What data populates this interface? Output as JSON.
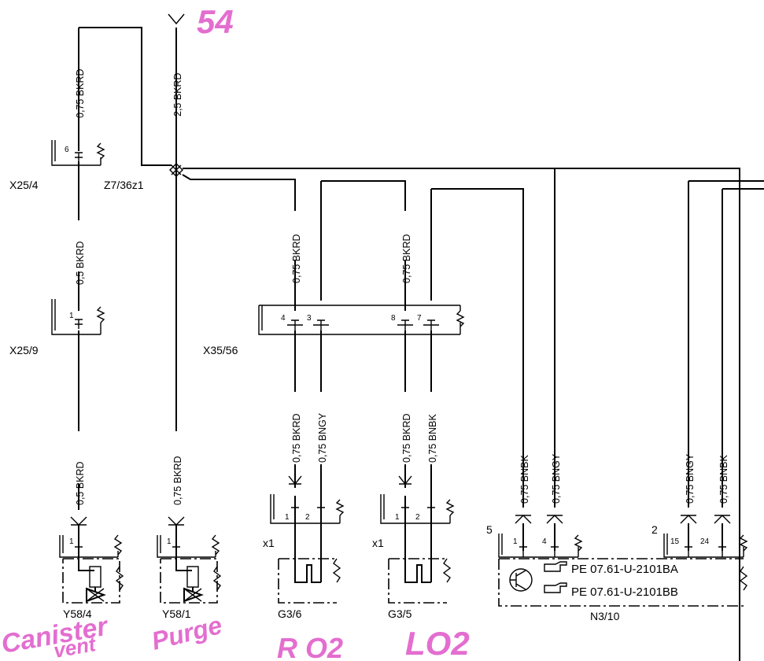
{
  "connectors": {
    "x25_4": {
      "label": "X25/4",
      "pin": "6"
    },
    "x25_9": {
      "label": "X25/9",
      "pin": "1"
    },
    "z7": {
      "label": "Z7/36z1"
    },
    "x35_56": {
      "label": "X35/56",
      "pins": [
        "4",
        "3",
        "8",
        "7"
      ]
    },
    "x1_left": "x1",
    "x1_right": "x1"
  },
  "wires": {
    "top_left": "0,75 BKRD",
    "top_mid": "2,5 BKRD",
    "x25_between": "0,5 BKRD",
    "y58_4": "0,5 BKRD",
    "y58_1": "0,75 BKRD",
    "x35_a": "0,75 BKRD",
    "x35_b": "0,75 BKRD",
    "g36_a": "0,75 BKRD",
    "g36_b": "0,75 BNGY",
    "g35_a": "0,75 BKRD",
    "g35_b": "0,75 BNBK",
    "n3_a": "0,75 BNBK",
    "n3_b": "0,75 BNGY",
    "n3_c": "0,75 BNGY",
    "n3_d": "0,75 BNBK"
  },
  "components": {
    "y58_4": {
      "label": "Y58/4",
      "pin": "1"
    },
    "y58_1": {
      "label": "Y58/1",
      "pin": "1"
    },
    "g3_6": {
      "label": "G3/6",
      "pins": [
        "1",
        "2"
      ]
    },
    "g3_5": {
      "label": "G3/5",
      "pins": [
        "1",
        "2"
      ]
    },
    "n3_10": {
      "label": "N3/10",
      "conn_a": "5",
      "conn_b": "2",
      "pins_a": [
        "1",
        "4"
      ],
      "pins_b": [
        "15",
        "24"
      ],
      "ref1": "PE 07.61-U-2101BA",
      "ref2": "PE 07.61-U-2101BB"
    }
  },
  "handwriting": {
    "top_54": "54",
    "canister_1": "Canister",
    "canister_2": "vent",
    "purge_1": "Purge",
    "ro2": "R O2",
    "lo2": "LO2"
  },
  "colors": {
    "ink": "#000000",
    "handwriting": "#e36ed0"
  }
}
